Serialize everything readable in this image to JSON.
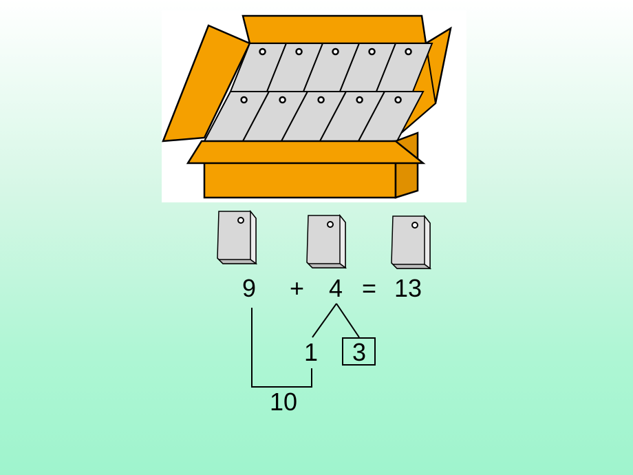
{
  "colors": {
    "box_orange": "#F5A000",
    "box_outline": "#000000",
    "package_fill": "#d8d8d8",
    "background_top": "#ffffff",
    "background_bottom": "#9ff4cd"
  },
  "illustration": {
    "box": "open-cardboard-box",
    "packages_in_box": 10,
    "packages_below": 3
  },
  "equation": {
    "first": "9",
    "plus": "+",
    "second": "4",
    "equals": "=",
    "result": "13"
  },
  "decomposition": {
    "part_one": "1",
    "part_two": "3",
    "sum_ten": "10"
  }
}
